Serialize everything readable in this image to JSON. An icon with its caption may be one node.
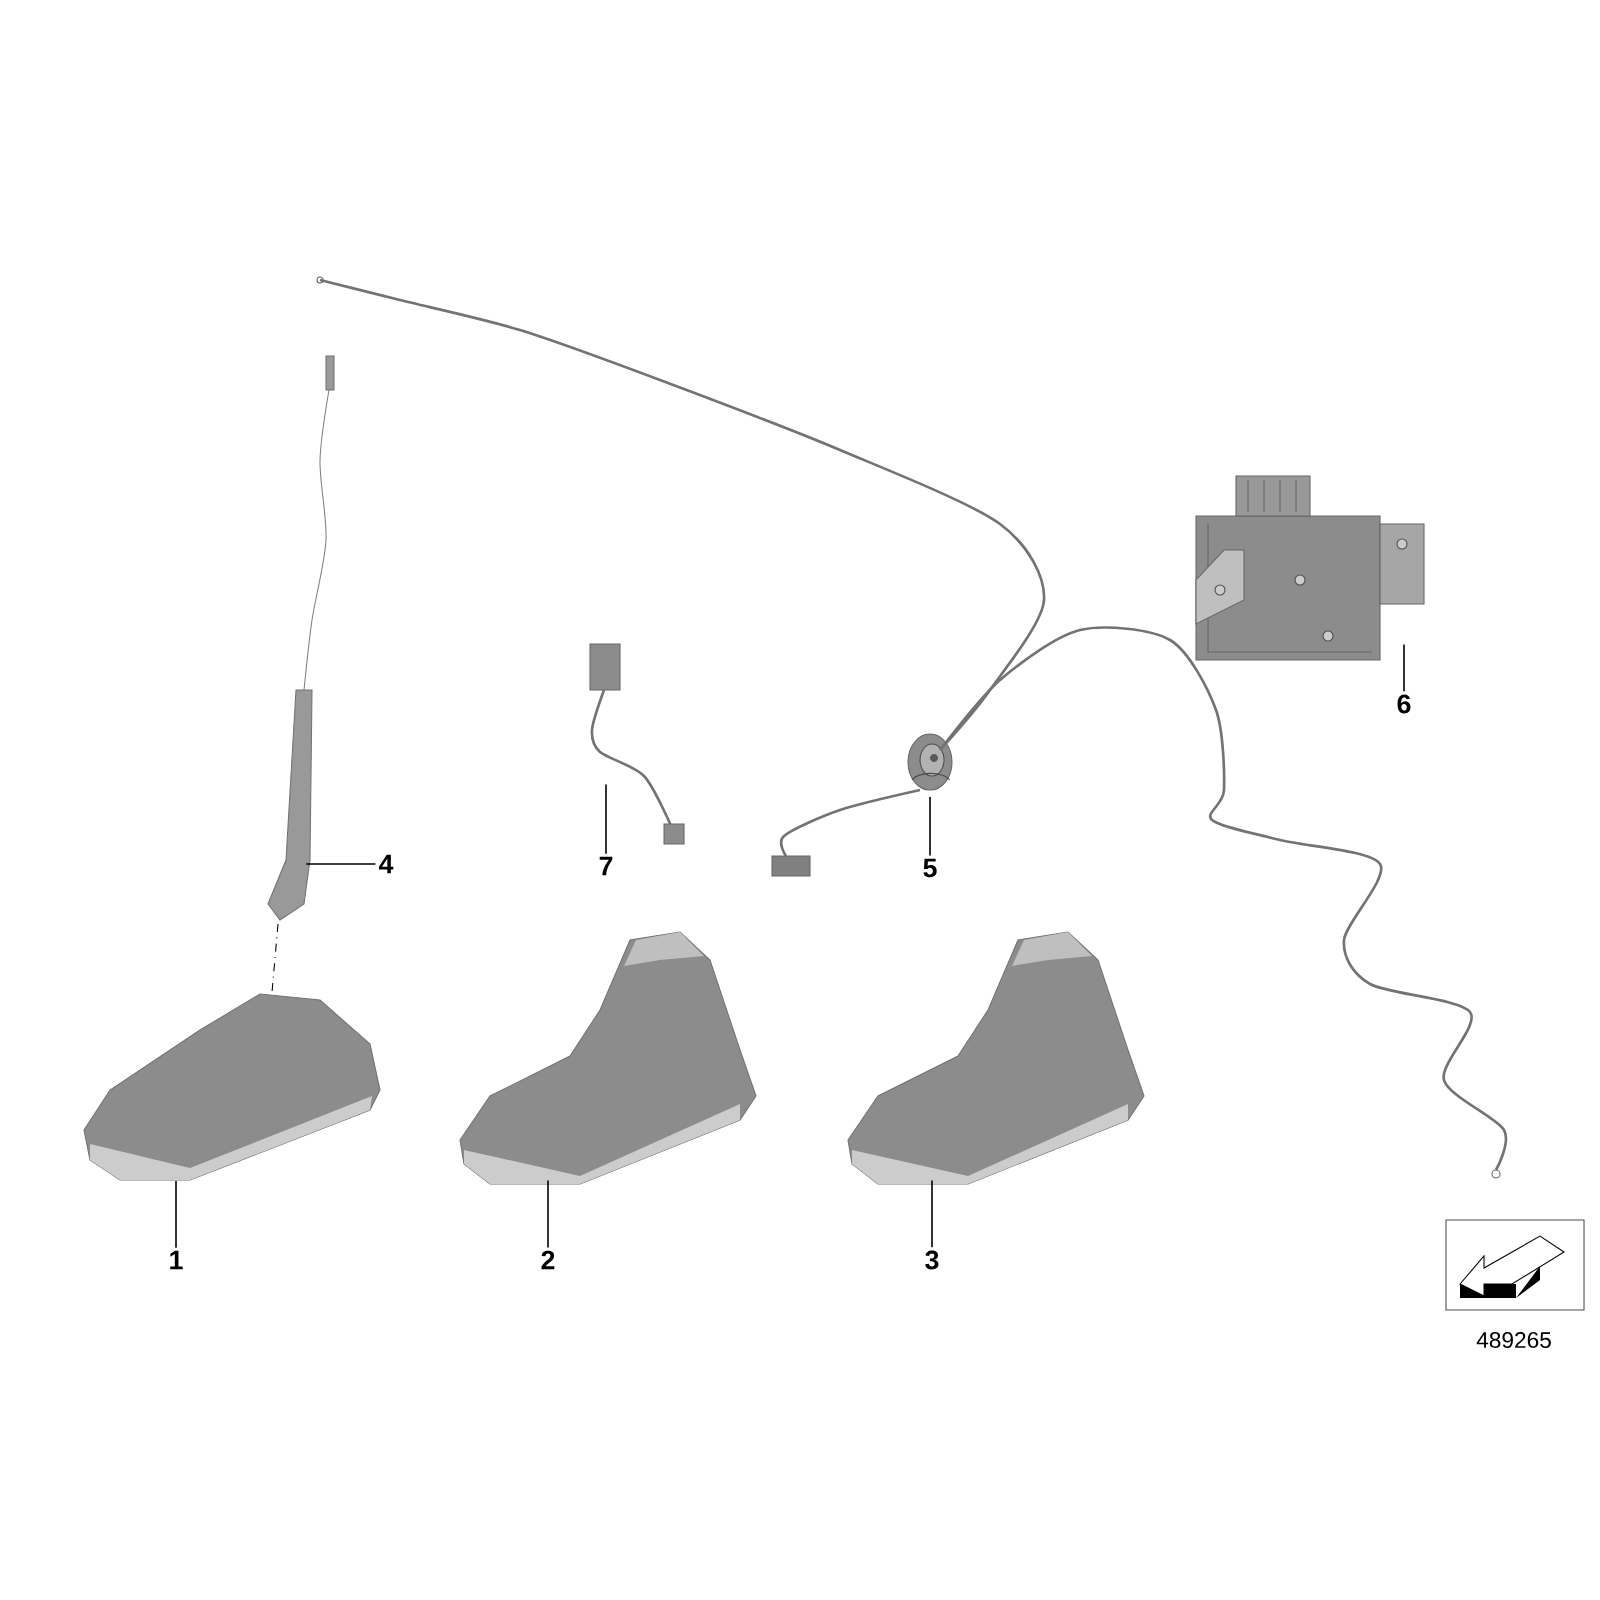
{
  "diagram": {
    "nodes": [
      {
        "text": [
          "1"
        ]
      },
      {
        "text": [
          "2"
        ]
      },
      {
        "text": [
          "3"
        ]
      },
      {
        "text": [
          "4"
        ]
      },
      {
        "text": [
          "5"
        ]
      },
      {
        "text": [
          "6"
        ]
      },
      {
        "text": [
          "7"
        ]
      },
      {
        "text": [],
        "shape": "picture"
      },
      {
        "text": [],
        "shape": "picture"
      },
      {
        "text": [],
        "shape": "picture"
      },
      {
        "text": [],
        "shape": "picture"
      },
      {
        "text": [],
        "shape": "picture"
      },
      {
        "text": [],
        "shape": "picture"
      },
      {
        "text": [],
        "shape": "picture"
      }
    ],
    "edges": [
      {
        "from": 0,
        "to": 7,
        "arrow": "none"
      },
      {
        "from": 1,
        "to": 8,
        "arrow": "none"
      },
      {
        "from": 2,
        "to": 9,
        "arrow": "none"
      },
      {
        "from": 3,
        "to": 10,
        "arrow": "none"
      },
      {
        "from": 4,
        "to": 11,
        "arrow": "none"
      },
      {
        "from": 5,
        "to": 12,
        "arrow": "none"
      },
      {
        "from": 6,
        "to": 13,
        "arrow": "none"
      }
    ],
    "labels": [
      "489265"
    ]
  }
}
